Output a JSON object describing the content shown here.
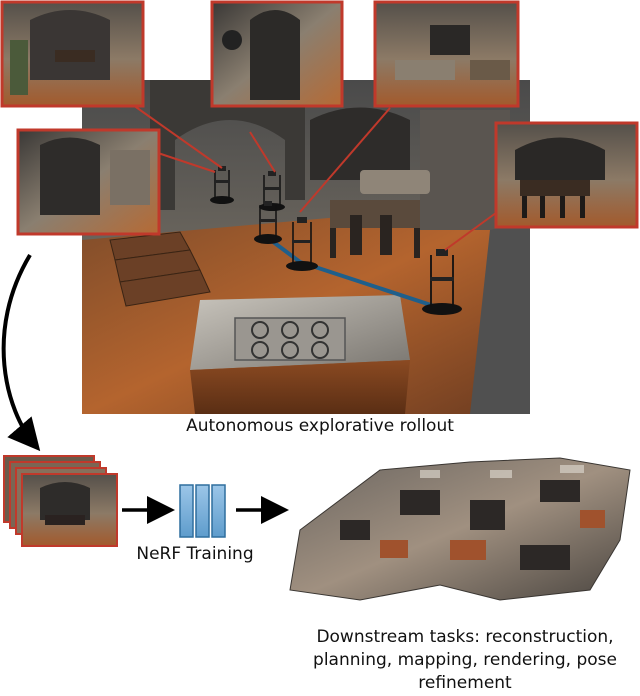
{
  "figure": {
    "rollout_caption": "Autonomous explorative rollout",
    "training_label": "NeRF Training",
    "downstream_caption": "Downstream tasks: reconstruction, planning, mapping, rendering, pose refinement",
    "downstream_lines": [
      "Downstream tasks: reconstruction,",
      "planning, mapping, rendering, pose",
      "refinement"
    ]
  },
  "colors": {
    "inset_border": "#c0392b",
    "path_line": "#1f5f8b",
    "nerf_block": "#7fb2dc",
    "nerf_border": "#2f6e9e"
  }
}
